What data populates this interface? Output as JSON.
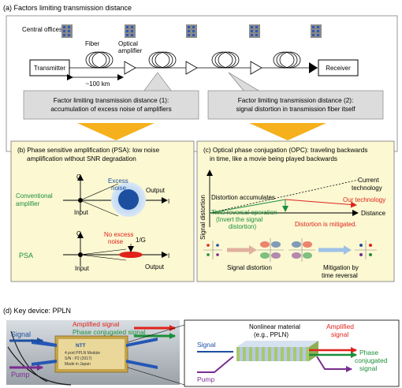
{
  "panel_a": {
    "caption": "(a) Factors limiting transmission distance",
    "central_offices": "Central offices",
    "fiber": "Fiber",
    "amp_line1": "Optical",
    "amp_line2": "amplifier",
    "transmitter": "Transmitter",
    "receiver": "Receiver",
    "span": "~100 km",
    "factor1_line1": "Factor limiting transmission distance (1):",
    "factor1_line2": "accumulation of excess noise of amplifiers",
    "factor2_line1": "Factor limiting transmission distance (2):",
    "factor2_line2": "signal distortion in transmission fiber itself"
  },
  "panel_b": {
    "title_line1": "(b) Phase sensitive amplification (PSA): low noise",
    "title_line2": "amplification without SNR degradation",
    "conv_line1": "Conventional",
    "conv_line2": "amplifier",
    "excess1": "Excess",
    "excess2": "noise",
    "output_top": "Output",
    "input_top": "Input",
    "q_top": "Q",
    "i_top": "I",
    "psa": "PSA",
    "noexcess1": "No excess",
    "noexcess2": "noise",
    "gain": "1/G",
    "output_bottom": "Output",
    "input_bottom": "Input",
    "q_bottom": "Q",
    "i_bottom": "I"
  },
  "panel_c": {
    "title_line1": "(c) Optical phase conjugation (OPC): traveling backwards",
    "title_line2": "in time, like a movie being played backwards",
    "y_axis": "Signal distortion",
    "current1": "Current",
    "current2": "technology",
    "accumulates": "Distortion accumulates",
    "our_tech": "Our technology",
    "reversal1": "Time reversal operation",
    "reversal2": "(Invert the signal",
    "reversal3": "distortion)",
    "mitigated": "Distortion is mitigated.",
    "distance": "Distance",
    "signal_distortion": "Signal distortion",
    "mitigation1": "Mitigation by",
    "mitigation2": "time reversal"
  },
  "panel_d": {
    "caption": "(d) Key device: PPLN",
    "photo_signal": "Signal",
    "photo_pump": "Pump",
    "photo_amplified": "Amplified signal",
    "photo_phase": "Phase conjugated signal",
    "module_brand": "NTT",
    "module_name": "4 port PPLN Module",
    "module_sn": "S/N : P2 (2017)",
    "module_made": "Made in Japan",
    "nonlinear1": "Nonlinear material",
    "nonlinear2": "(e.g., PPLN)",
    "signal": "Signal",
    "pump": "Pump",
    "amplified1": "Amplified",
    "amplified2": "signal",
    "phase1": "Phase",
    "phase2": "conjugated",
    "phase3": "signal"
  },
  "colors": {
    "panel_yellow": "#fbf8d2",
    "box_gray": "#dcdcdc",
    "green": "#1a8f3a",
    "red": "#e0231b",
    "blue": "#1d4fa0",
    "purple": "#7a2d90",
    "orange": "#f5b01c"
  }
}
